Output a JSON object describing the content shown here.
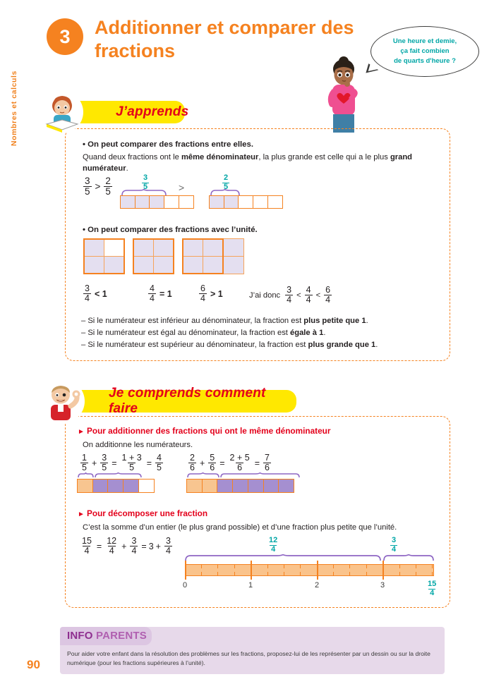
{
  "page": {
    "number": "90",
    "side_label": "Nombres et calculs"
  },
  "header": {
    "chapter_number": "3",
    "title": "Additionner et comparer des fractions",
    "bubble_text": "Une heure et demie,\nça fait combien\nde quarts d'heure ?"
  },
  "sections": [
    {
      "banner_label": "J’apprends",
      "blocks": {
        "bullet1": "• On peut comparer des fractions entre elles.",
        "para1_a": "Quand deux fractions ont le ",
        "para1_b": "même dénominateur",
        "para1_c": ", la plus grande est celle qui a le plus ",
        "para1_d": "grand numérateur",
        "para1_e": ".",
        "compare_left_num": "3",
        "compare_left_den": "5",
        "compare_sign": ">",
        "compare_right_num": "2",
        "compare_right_den": "5",
        "strip1_label_num": "3",
        "strip1_label_den": "5",
        "strip_mid_sign": ">",
        "strip2_label_num": "2",
        "strip2_label_den": "5",
        "bullet2": "• On peut comparer des fractions avec l’unité.",
        "ineq1_num": "3",
        "ineq1_den": "4",
        "ineq1_op": "< 1",
        "ineq2_num": "4",
        "ineq2_den": "4",
        "ineq2_op": "= 1",
        "ineq3_num": "6",
        "ineq3_den": "4",
        "ineq3_op": "> 1",
        "conclusion_lead": "J’ai donc",
        "conc_a_num": "3",
        "conc_a_den": "4",
        "conc_op1": "<",
        "conc_b_num": "4",
        "conc_b_den": "4",
        "conc_op2": "<",
        "conc_c_num": "6",
        "conc_c_den": "4",
        "rule1_a": "–  Si le numérateur est inférieur au dénominateur, la fraction est ",
        "rule1_b": "plus petite que 1",
        "rule1_c": ".",
        "rule2_a": "–  Si le numérateur est égal au dénominateur, la fraction est ",
        "rule2_b": "égale à 1",
        "rule2_c": ".",
        "rule3_a": "–  Si le numérateur est supérieur au dénominateur, la fraction est ",
        "rule3_b": "plus grande que 1",
        "rule3_c": "."
      }
    },
    {
      "banner_label": "Je comprends comment faire",
      "blocks": {
        "sub1_title": "Pour additionner des fractions qui ont le même dénominateur",
        "sub1_text": "On additionne les numérateurs.",
        "eq1": {
          "a_num": "1",
          "a_den": "5",
          "plus": "+",
          "b_num": "3",
          "b_den": "5",
          "eq1s": "=",
          "c_num": "1 + 3",
          "c_den": "5",
          "eq2s": "=",
          "d_num": "4",
          "d_den": "5"
        },
        "eq2": {
          "a_num": "2",
          "a_den": "6",
          "plus": "+",
          "b_num": "5",
          "b_den": "6",
          "eq1s": "=",
          "c_num": "2 + 5",
          "c_den": "6",
          "eq2s": "=",
          "d_num": "7",
          "d_den": "6"
        },
        "sub2_title": "Pour décomposer une fraction",
        "sub2_text": "C’est la somme d’un entier  (le plus grand possible)  et d’une fraction plus petite que l’unité.",
        "eq3": {
          "a_num": "15",
          "a_den": "4",
          "eq1s": "=",
          "b_num": "12",
          "b_den": "4",
          "plus": "+",
          "c_num": "3",
          "c_den": "4",
          "eq2s": "=",
          "whole": "3",
          "plus2": "+",
          "d_num": "3",
          "d_den": "4"
        },
        "numberline": {
          "brace_left_num": "12",
          "brace_left_den": "4",
          "brace_right_num": "3",
          "brace_right_den": "4",
          "end_label_num": "15",
          "end_label_den": "4",
          "ticks": [
            "0",
            "1",
            "2",
            "3"
          ]
        }
      }
    }
  ],
  "info_parents": {
    "title_bold": "INFO",
    "title_light": "PARENTS",
    "text": "Pour aider votre enfant dans la résolution des problèmes sur les fractions, proposez-lui de les représenter par un dessin ou sur la droite numérique (pour les fractions supérieures à l’unité)."
  },
  "colors": {
    "orange": "#f58220",
    "red": "#e3001b",
    "yellow": "#ffe800",
    "teal": "#00a6a6",
    "purple": "#a58fd0",
    "violet_fill": "#e4dff0",
    "info_purple": "#8e2f8f"
  }
}
